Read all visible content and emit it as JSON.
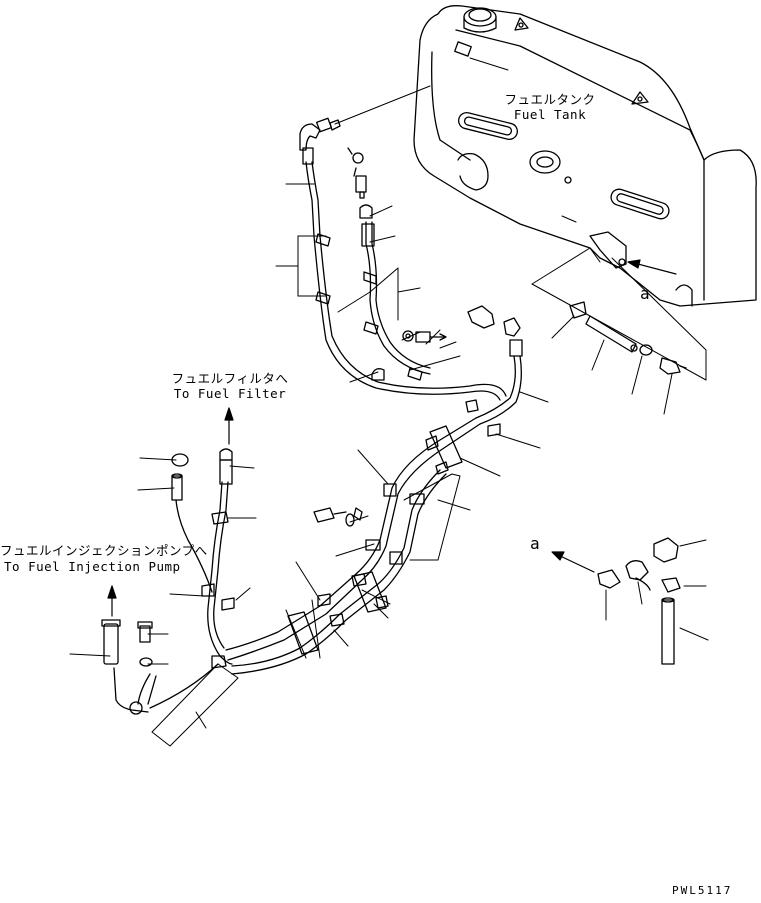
{
  "labels": {
    "fuel_tank_jp": "フュエルタンク",
    "fuel_tank_en": "Fuel Tank",
    "to_filter_jp": "フュエルフィルタへ",
    "to_filter_en": "To Fuel Filter",
    "to_pump_jp": "フュエルインジェクションポンプへ",
    "to_pump_en": "To Fuel Injection Pump",
    "detail_ref_top": "a",
    "detail_ref_detail": "a",
    "drawing_code": "PWL5117"
  }
}
